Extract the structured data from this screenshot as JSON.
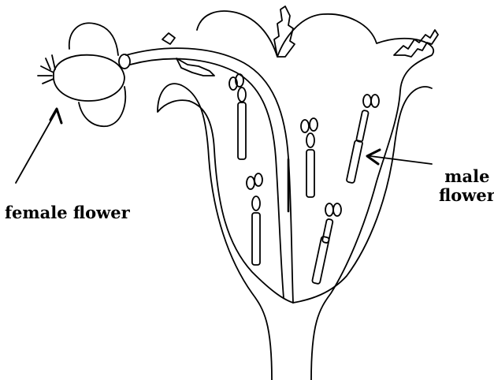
{
  "labels": {
    "female": "female flower",
    "male_line1": "male",
    "male_line2": "flower"
  },
  "colors": {
    "ink": "#000000",
    "background": "#ffffff"
  }
}
